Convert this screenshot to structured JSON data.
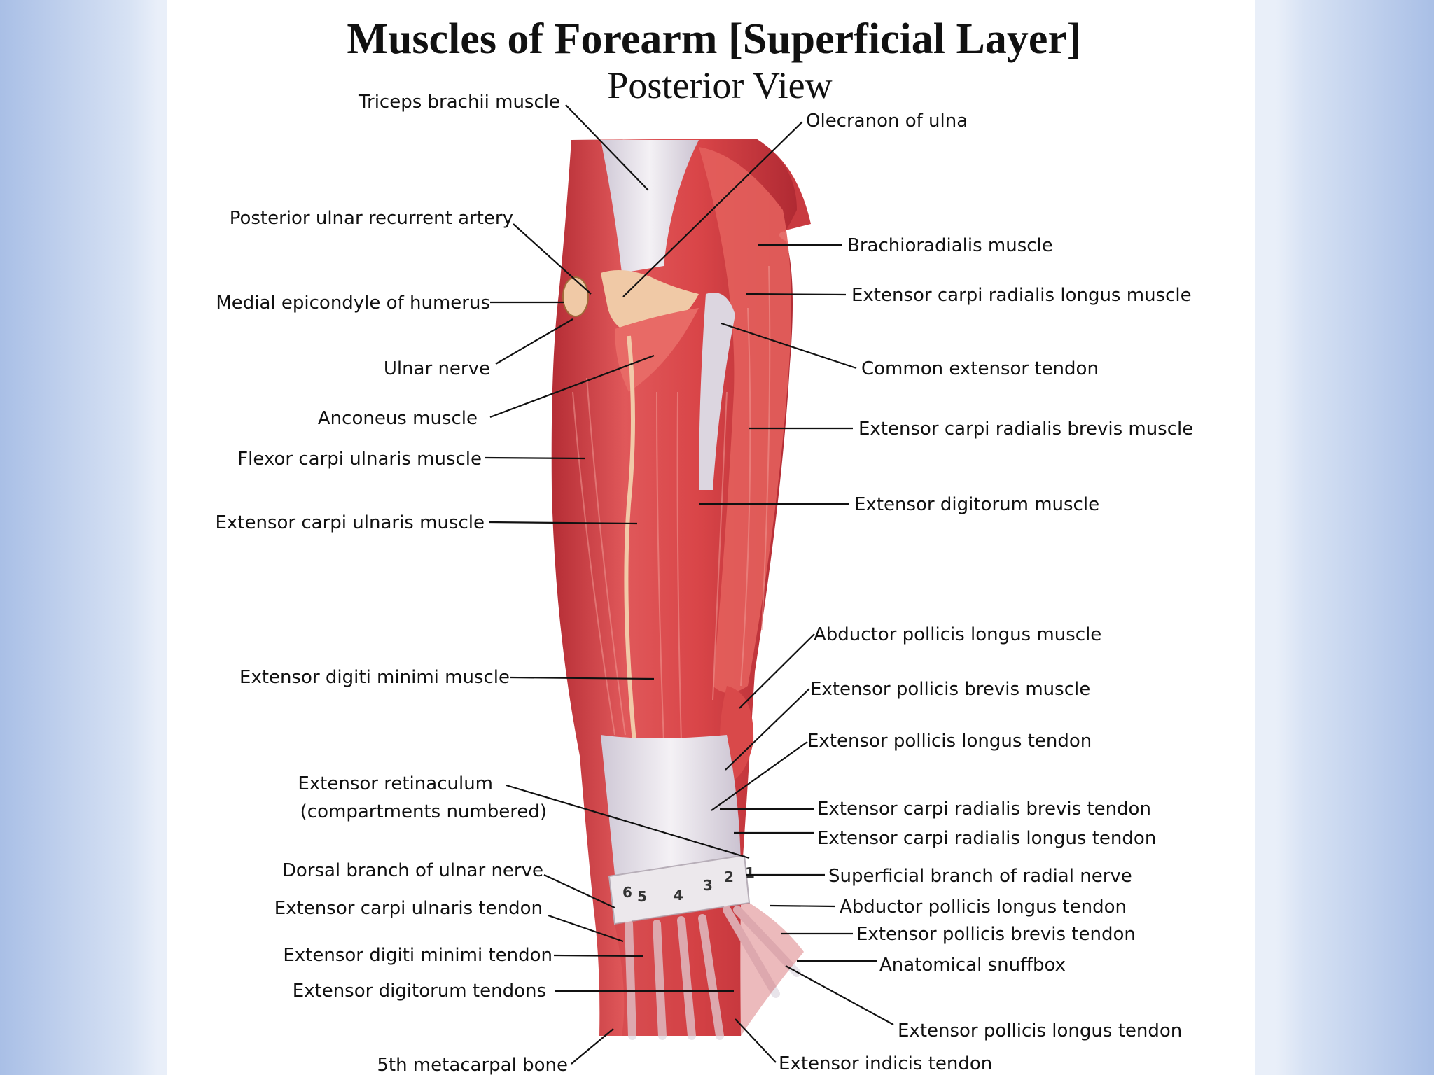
{
  "title": "Muscles of Forearm [Superficial Layer]",
  "subtitle": "Posterior View",
  "labels_left": [
    "Triceps brachii muscle",
    "Posterior ulnar recurrent artery",
    "Medial epicondyle of humerus",
    "Ulnar nerve",
    "Anconeus muscle",
    "Flexor carpi ulnaris muscle",
    "Extensor carpi ulnaris muscle",
    "Extensor digiti minimi muscle",
    "Extensor retinaculum",
    "(compartments numbered)",
    "Dorsal branch of ulnar nerve",
    "Extensor carpi ulnaris tendon",
    "Extensor digiti minimi tendon",
    "Extensor digitorum tendons",
    "5th metacarpal bone"
  ],
  "labels_right": [
    "Olecranon of ulna",
    "Brachioradialis muscle",
    "Extensor carpi radialis longus muscle",
    "Common extensor tendon",
    "Extensor carpi radialis brevis  muscle",
    "Extensor digitorum muscle",
    "Abductor pollicis longus muscle",
    "Extensor pollicis brevis  muscle",
    "Extensor pollicis longus tendon",
    "Extensor carpi radialis brevis tendon",
    "Extensor carpi radialis longus  tendon",
    "Superficial branch of radial nerve",
    "Abductor pollicis longus tendon",
    "Extensor pollicis brevis tendon",
    "Anatomical snuffbox",
    "Extensor pollicis longus tendon",
    "Extensor indicis tendon"
  ],
  "compartments": [
    "6",
    "5",
    "4",
    "3",
    "2",
    "1"
  ],
  "colors": {
    "muscle": "#d9494a",
    "muscle_light": "#ec8a86",
    "tendon": "#e8e4ea",
    "bone": "#f0c9a6",
    "retinaculum": "#ece8ec"
  }
}
